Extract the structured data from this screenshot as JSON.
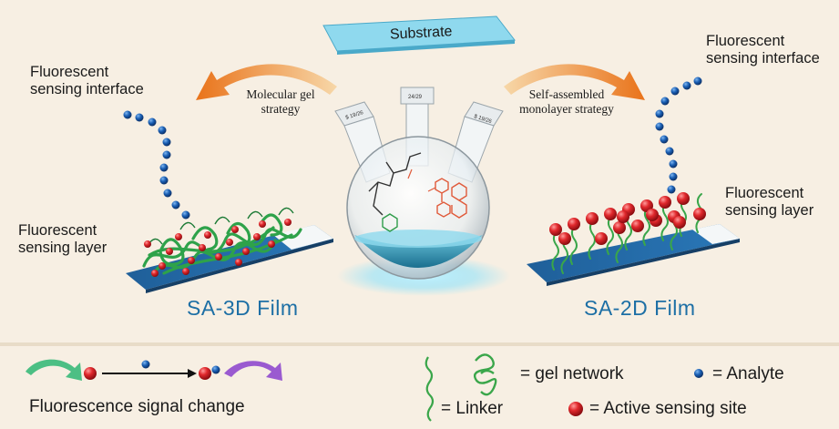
{
  "top": {
    "substrate": "Substrate",
    "left_interface": [
      "Fluorescent",
      "sensing interface"
    ],
    "right_interface": [
      "Fluorescent",
      "sensing interface"
    ],
    "left_strategy": [
      "Molecular gel",
      "strategy"
    ],
    "right_strategy": [
      "Self-assembled",
      "monolayer strategy"
    ],
    "left_layer": [
      "Fluorescent",
      "sensing layer"
    ],
    "right_layer": [
      "Fluorescent",
      "sensing layer"
    ],
    "left_film": "SA-3D Film",
    "right_film": "SA-2D Film",
    "flask_necks": [
      "$ 19/26",
      "24/29",
      "$ 19/26"
    ]
  },
  "legend": {
    "signal_change": "Fluorescence signal change",
    "gel_network": "= gel network",
    "analyte": "= Analyte",
    "linker": "= Linker",
    "active_site": "= Active sensing site"
  },
  "colors": {
    "background": "#f7efe3",
    "film_text": "#1d6fa5",
    "analyte": "#1a5fb4",
    "active_site": "#d8282c",
    "linker": "#3aa64a",
    "substrate": "#7ccfe6",
    "arrow_orange": "#f08a1a",
    "arrow_green": "#4cbf84",
    "arrow_purple": "#9a5ad0"
  }
}
